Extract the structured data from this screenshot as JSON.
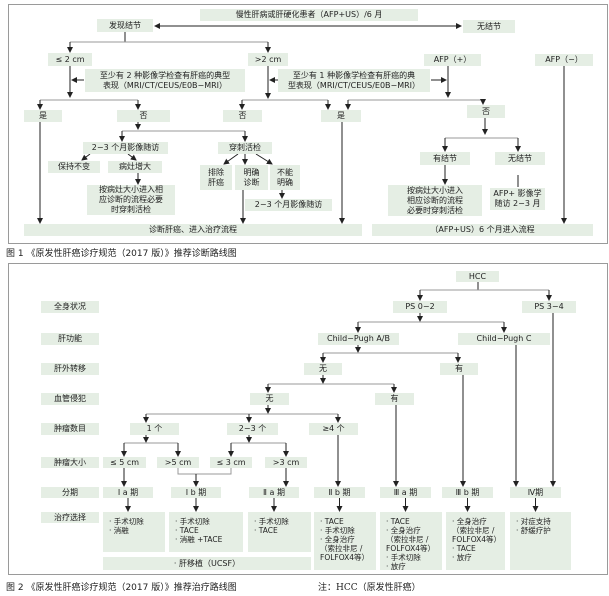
{
  "fig1": {
    "top": "慢性肝病或肝硬化患者（AFP+US）/6 月",
    "found": "发现结节",
    "none": "无结节",
    "le2": "≤ 2 cm",
    "gt2": ">2 cm",
    "crit2": "至少有 2 种影像学检查有肝癌的典型\n表现（MRI/CT/CEUS/E0B−MRI）",
    "crit1": "至少有 1 种影像学检查有肝癌的典\n型表现（MRI/CT/CEUS/E0B−MRI）",
    "afp_pos": "AFP（+）",
    "afp_neg": "AFP（−）",
    "yes1": "是",
    "no1": "否",
    "no2": "否",
    "yes2": "是",
    "no3": "否",
    "follow1": "2−3 个月影像随访",
    "biopsy": "穿刺活检",
    "stable": "保持不变",
    "enlarge": "病灶增大",
    "exclude": "排除\n肝癌",
    "confirm": "明确\n诊断",
    "unclear": "不能\n明确",
    "bysize1": "按病灶大小进入相\n应诊断的流程必要\n时穿刺活检",
    "follow2": "2−3 个月影像随访",
    "hasnod": "有结节",
    "nonod": "无结节",
    "bysize2": "按病灶大小进入\n相应诊断的流程\n必要时穿刺活检",
    "afpfollow": "AFP+ 影像学\n随访 2−3 月",
    "diag": "诊断肝癌、进入治疗流程",
    "afpus": "（AFP+US）6 个月进入流程",
    "caption": "图 1 《原发性肝癌诊疗规范（2017 版）》推荐诊断路线图"
  },
  "fig2": {
    "hcc": "HCC",
    "rows": [
      "全身状况",
      "肝功能",
      "肝外转移",
      "血管侵犯",
      "肿瘤数目",
      "肿瘤大小",
      "分期",
      "治疗选择"
    ],
    "ps02": "PS 0−2",
    "ps34": "PS 3−4",
    "cpab": "Child−Pugh A/B",
    "cpc": "Child−Pugh C",
    "meta_no": "无",
    "meta_yes": "有",
    "vasc_no": "无",
    "vasc_yes": "有",
    "n1": "1 个",
    "n23": "2−3 个",
    "n4": "≥4 个",
    "s_le5": "≤ 5 cm",
    "s_gt5": ">5 cm",
    "s_le3": "≤ 3 cm",
    "s_gt3": ">3 cm",
    "stages": [
      "Ⅰ a 期",
      "Ⅰ b 期",
      "Ⅱ a 期",
      "Ⅱ b 期",
      "Ⅲ a 期",
      "Ⅲ b 期",
      "Ⅳ期"
    ],
    "treatments": [
      "· 手术切除\n· 消融",
      "· 手术切除\n· TACE\n· 消融 +TACE",
      "· 手术切除\n· TACE",
      "· TACE\n· 手术切除\n· 全身治疗\n（索拉非尼 /\nFOLFOX4等）",
      "· TACE\n· 全身治疗\n（索拉非尼 /\nFOLFOX4等）\n· 手术切除\n· 放疗",
      "· 全身治疗\n（索拉非尼 /\nFOLFOX4等）\n· TACE\n· 放疗",
      "· 对症支持\n· 舒缓疗护"
    ],
    "transplant": "· 肝移植（UCSF）",
    "caption": "图 2 《原发性肝癌诊疗规范（2017 版）》推荐治疗路线图",
    "note": "注：HCC（原发性肝癌）"
  }
}
